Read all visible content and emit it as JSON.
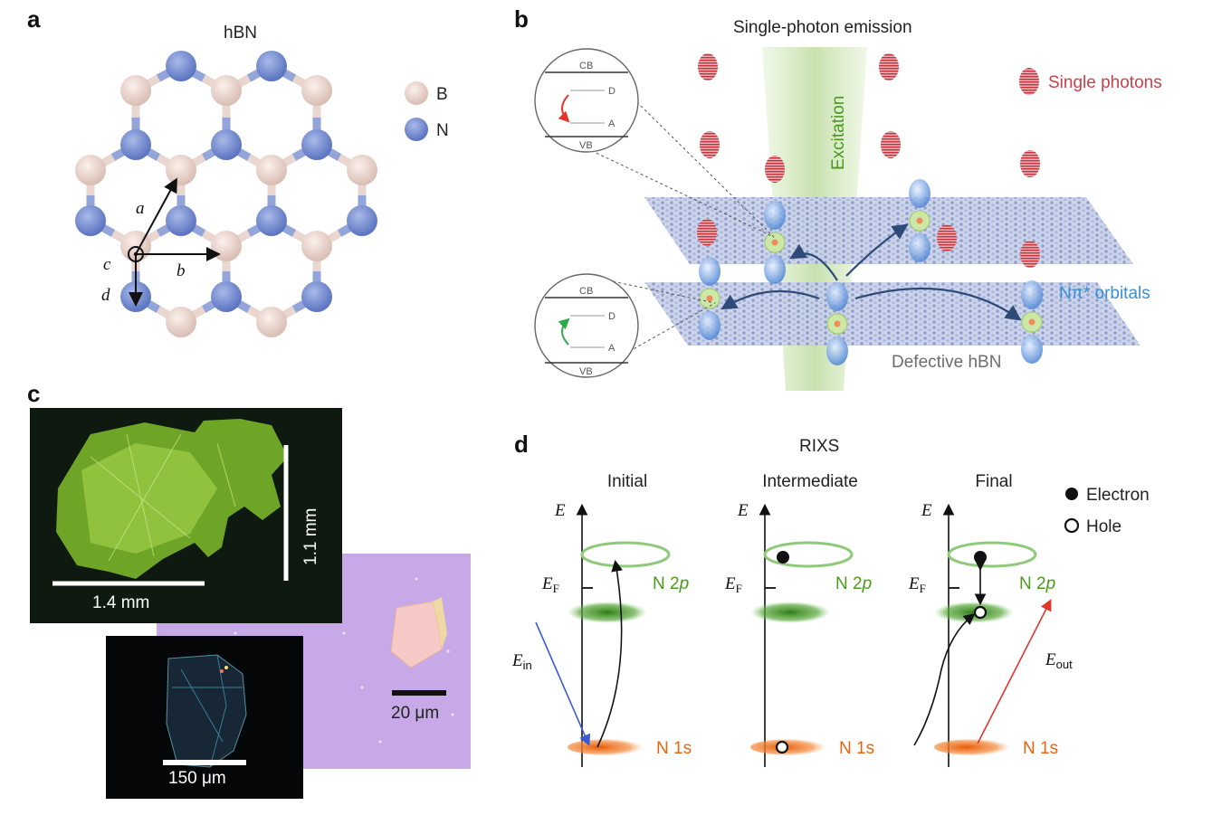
{
  "panels": {
    "a": "a",
    "b": "b",
    "c": "c",
    "d": "d"
  },
  "panel_a": {
    "title": "hBN",
    "legend": [
      {
        "label": "B",
        "color": "#e8cfc6"
      },
      {
        "label": "N",
        "color": "#6f86c9"
      }
    ],
    "vectors": {
      "a": "a",
      "b": "b",
      "c": "c",
      "d": "d"
    }
  },
  "panel_b": {
    "title": "Single-photon emission",
    "excitation": "Excitation",
    "single_photons": "Single photons",
    "orbitals": "Nπ* orbitals",
    "defective": "Defective hBN",
    "inset_top": {
      "cb": "CB",
      "vb": "VB",
      "d": "D",
      "a": "A"
    },
    "inset_bottom": {
      "cb": "CB",
      "vb": "VB",
      "d": "D",
      "a": "A"
    }
  },
  "panel_c": {
    "scale_horizontal": "1.4 mm",
    "scale_vertical": "1.1 mm",
    "scale_small": "150 μm",
    "scale_purple": "20 μm"
  },
  "panel_d": {
    "title": "RIXS",
    "stages": [
      "Initial",
      "Intermediate",
      "Final"
    ],
    "energy_axis": "E",
    "fermi": "E",
    "fermi_sub": "F",
    "n2p": "N 2",
    "n2p_orbital": "p",
    "n1s": "N 1s",
    "e_in": "E",
    "e_in_sub": "in",
    "e_out": "E",
    "e_out_sub": "out",
    "legend": [
      {
        "label": "Electron",
        "marker": "filled-circle"
      },
      {
        "label": "Hole",
        "marker": "open-circle"
      }
    ],
    "colors": {
      "n2p": "#4a9a1c",
      "n1s": "#e8650f",
      "e_in": "#3b5bd6",
      "e_out": "#e0352b"
    }
  }
}
